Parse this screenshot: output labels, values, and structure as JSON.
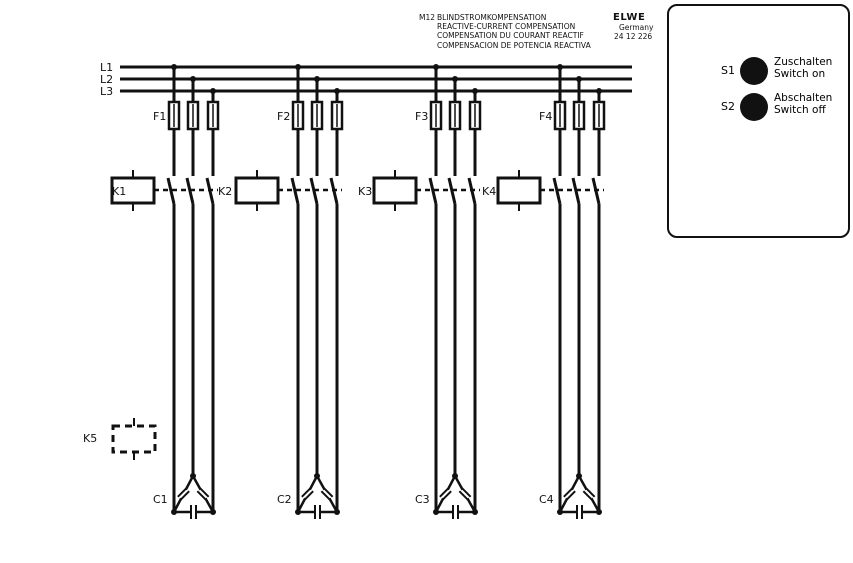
{
  "header": {
    "code": "M12",
    "lines": [
      "BLINDSTROMKOMPENSATION",
      "REACTIVE-CURRENT COMPENSATION",
      "COMPENSATION DU COURANT REACTIF",
      "COMPENSACION DE POTENCIA REACTIVA"
    ],
    "brand": "ELWE",
    "country": "Germany",
    "part_no": "24 12 226"
  },
  "phases": [
    "L1",
    "L2",
    "L3"
  ],
  "groups": [
    {
      "fuse": "F1",
      "contactor": "K1",
      "capacitor": "C1"
    },
    {
      "fuse": "F2",
      "contactor": "K2",
      "capacitor": "C2"
    },
    {
      "fuse": "F3",
      "contactor": "K3",
      "capacitor": "C3"
    },
    {
      "fuse": "F4",
      "contactor": "K4",
      "capacitor": "C4"
    }
  ],
  "aux_contactor": "K5",
  "panel": {
    "s1": {
      "id": "S1",
      "de": "Zuschalten",
      "en": "Switch on"
    },
    "s2": {
      "id": "S2",
      "de": "Abschalten",
      "en": "Switch off"
    }
  }
}
